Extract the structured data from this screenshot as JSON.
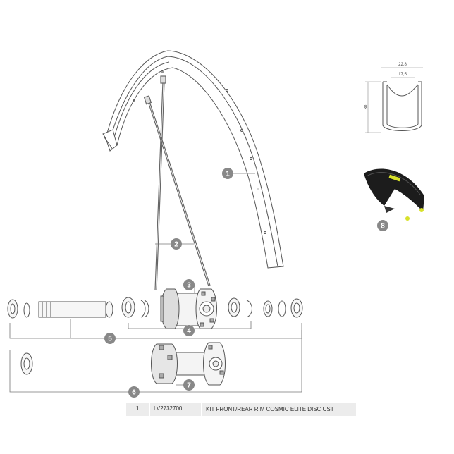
{
  "callouts": {
    "c1": "1",
    "c2": "2",
    "c3": "3",
    "c4": "4",
    "c5": "5",
    "c6": "6",
    "c7": "7",
    "c8": "8"
  },
  "profile": {
    "outer_width": "22,8",
    "inner_width": "17,5",
    "height": "30"
  },
  "parts_table": {
    "rows": [
      {
        "number": "1",
        "reference": "LV2732700",
        "description": "KIT FRONT/REAR RIM COSMIC ELITE DISC UST"
      }
    ]
  }
}
